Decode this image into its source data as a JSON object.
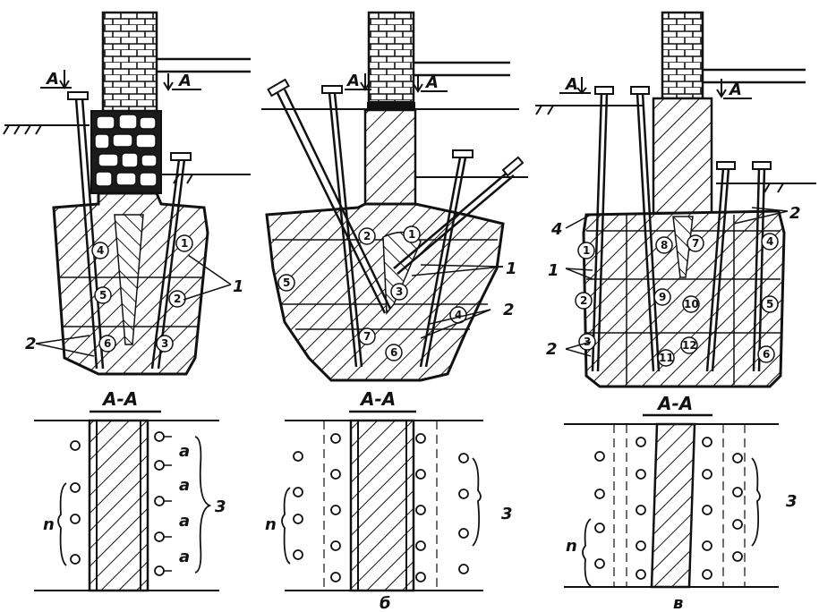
{
  "figure": {
    "panels": [
      {
        "id": "a",
        "caption": "",
        "cut_mark": "A",
        "section_title": "A-A",
        "zone_numbers": [
          "1",
          "2",
          "3",
          "4",
          "5",
          "6"
        ],
        "callouts": [
          "1",
          "2",
          "3"
        ],
        "spacing_label": "n",
        "step_labels": [
          "a",
          "a",
          "a",
          "a"
        ]
      },
      {
        "id": "b",
        "caption": "б",
        "cut_mark": "A",
        "section_title": "A-A",
        "zone_numbers": [
          "1",
          "2",
          "3",
          "4",
          "5",
          "6",
          "7"
        ],
        "callouts": [
          "1",
          "2",
          "3"
        ],
        "spacing_label": "n"
      },
      {
        "id": "v",
        "caption": "в",
        "cut_mark": "A",
        "section_title": "A-A",
        "zone_numbers": [
          "1",
          "2",
          "3",
          "4",
          "5",
          "6",
          "7",
          "8",
          "9",
          "10",
          "11",
          "12"
        ],
        "callouts": [
          "1",
          "2",
          "3",
          "4"
        ],
        "spacing_label": "n"
      }
    ]
  }
}
